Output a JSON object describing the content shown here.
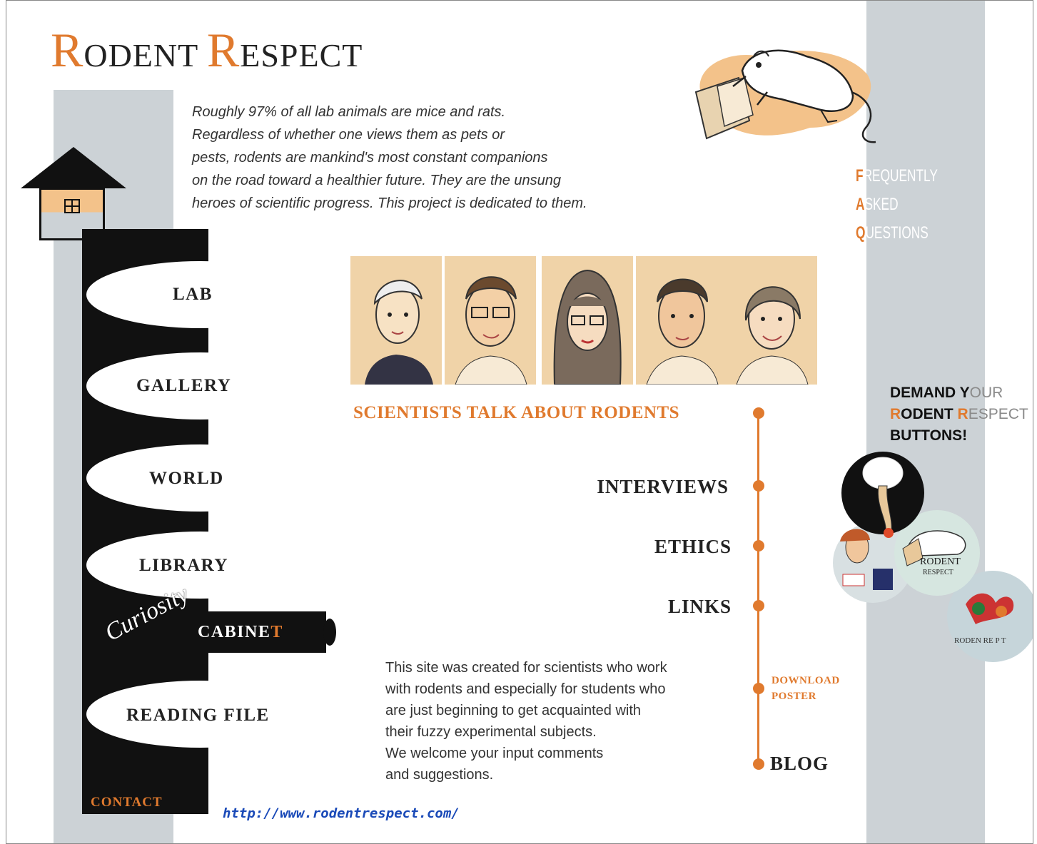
{
  "site": {
    "title_initial_1": "R",
    "title_rest_1": "ODENT",
    "title_initial_2": "R",
    "title_rest_2": "ESPECT",
    "intro_lines": [
      "Roughly 97% of all lab animals are mice and rats.",
      "Regardless of whether one views them as pets or",
      "pests, rodents are mankind's most constant companions",
      "on the road toward a healthier future. They are the unsung",
      "heroes of scientific progress. This project is dedicated to them."
    ],
    "url": "http://www.rodentrespect.com/"
  },
  "nav": {
    "lab": "LAB",
    "gallery": "GALLERY",
    "world": "WORLD",
    "library": "LIBRARY",
    "curiosity": "Curiosity",
    "cabinet_main": "CABINE",
    "cabinet_last": "T",
    "reading_file": "READING FILE",
    "contact": "CONTACT"
  },
  "faq": {
    "line1_initial": "F",
    "line1_rest": "REQUENTLY",
    "line2_initial": "A",
    "line2_rest": "SKED",
    "line3_initial": "Q",
    "line3_rest": "UESTIONS"
  },
  "scientists": {
    "title": "SCIENTISTS TALK ABOUT RODENTS",
    "links": {
      "interviews": "INTERVIEWS",
      "ethics": "ETHICS",
      "links": "LINKS",
      "download_1": "DOWNLOAD",
      "download_2": "POSTER",
      "blog": "BLOG"
    }
  },
  "about_lines": [
    "This site was created for scientists who work",
    "with rodents and especially for students who",
    "are just beginning to get acquainted with",
    "their fuzzy experimental subjects.",
    "We welcome your input comments",
    "and suggestions."
  ],
  "demand": {
    "line1_a": "DEMAND Y",
    "line1_b": "OUR",
    "line2_a": "R",
    "line2_b": "ODENT ",
    "line2_c": "R",
    "line2_d": "ESPECT",
    "line3": "BUTTONS!",
    "badge_label_1": "RODENT",
    "badge_label_2": "RESPECT",
    "badge_label_3": "RODEN  RE P  T"
  },
  "colors": {
    "accent": "#e07a2e",
    "strip": "#ccd2d6",
    "ink": "#111111"
  }
}
